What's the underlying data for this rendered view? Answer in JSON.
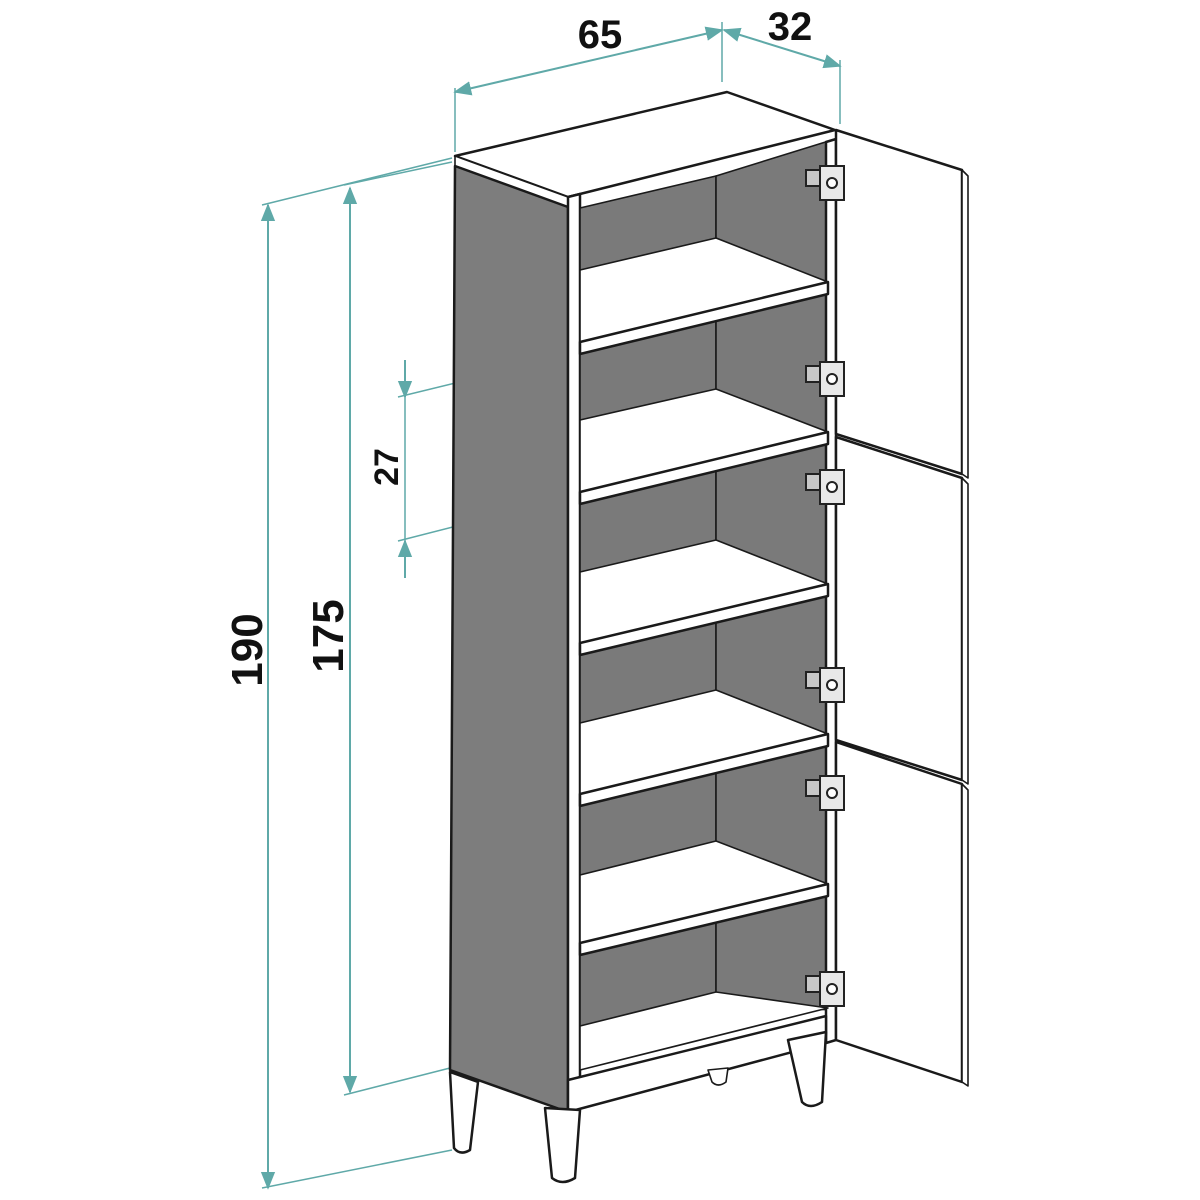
{
  "dimensions": {
    "width": "65",
    "depth": "32",
    "total_height": "190",
    "body_height": "175",
    "shelf_spacing": "27"
  },
  "colors": {
    "dimension_line": "#5fa9a8",
    "outline": "#1a1a1a",
    "panel_fill": "#ffffff",
    "interior_shade": "#7a7a7a",
    "side_shade": "#7d7d7d"
  }
}
